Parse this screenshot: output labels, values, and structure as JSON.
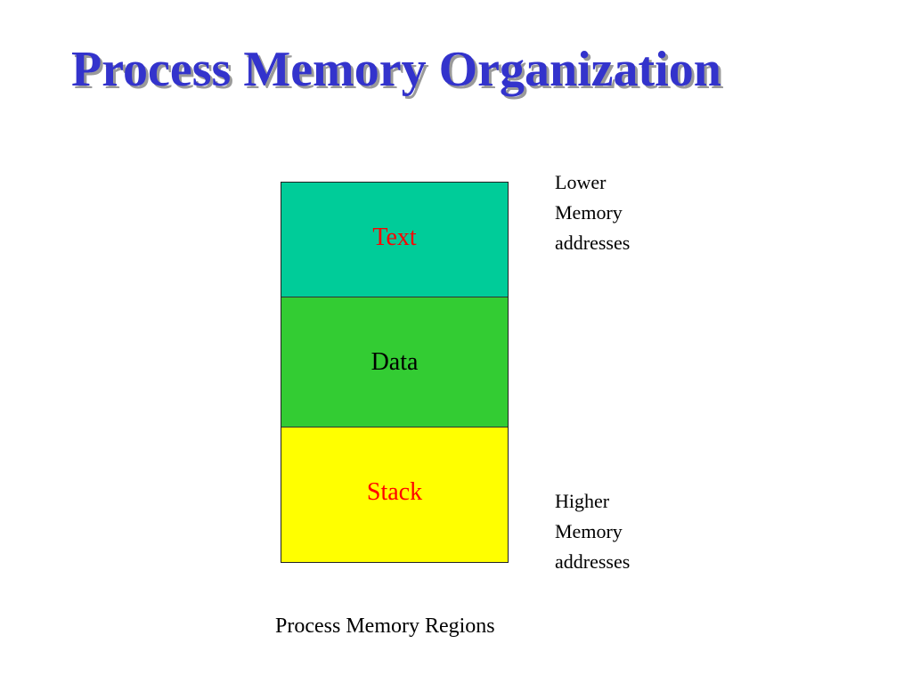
{
  "title": "Process Memory Organization",
  "regions": [
    {
      "label": "Text",
      "fill": "#00cc99",
      "label_color": "#ff0000"
    },
    {
      "label": "Data",
      "fill": "#33cc33",
      "label_color": "#000000"
    },
    {
      "label": "Stack",
      "fill": "#ffff00",
      "label_color": "#ff0000"
    }
  ],
  "notes": {
    "lower": [
      "Lower",
      "Memory",
      "addresses"
    ],
    "higher": [
      "Higher",
      "Memory",
      "addresses"
    ]
  },
  "caption": "Process Memory Regions",
  "colors": {
    "title": "#3333cc",
    "title_shadow": "#9a9a9a"
  }
}
